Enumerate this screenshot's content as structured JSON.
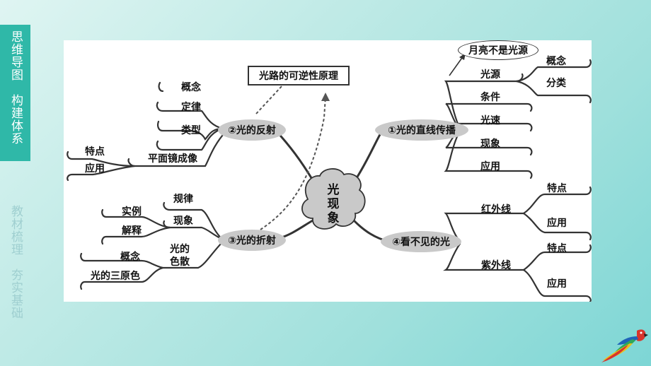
{
  "sidebar": {
    "tab_label": "思维导图　构建体系",
    "sub_label": "教材梳理　夯实基础"
  },
  "mindmap": {
    "center": "光现象",
    "note_box": "光路的可逆性原理",
    "note_oval": "月亮不是光源",
    "branches": {
      "reflection": {
        "label": "②光的反射",
        "children": [
          "概念",
          "定律",
          "类型"
        ],
        "mirror": {
          "label": "平面镜成像",
          "children": [
            "特点",
            "应用"
          ]
        }
      },
      "refraction": {
        "label": "③光的折射",
        "children": [
          "规律",
          "现象"
        ],
        "phenomena": [
          "实例",
          "解释"
        ],
        "dispersion": {
          "label_line1": "光的",
          "label_line2": "色散",
          "children": [
            "概念",
            "光的三原色"
          ]
        }
      },
      "straight": {
        "label": "①光的直线传播",
        "source": {
          "label": "光源",
          "children": [
            "概念",
            "分类"
          ]
        },
        "children": [
          "条件",
          "光速",
          "现象",
          "应用"
        ]
      },
      "invisible": {
        "label": "④看不见的光",
        "infrared": {
          "label": "红外线",
          "children": [
            "特点",
            "应用"
          ]
        },
        "ultraviolet": {
          "label": "紫外线",
          "children": [
            "特点",
            "应用"
          ]
        }
      }
    }
  },
  "colors": {
    "tab": "#2fb8a8",
    "node_fill": "#c9c9c9",
    "line": "#333333"
  }
}
